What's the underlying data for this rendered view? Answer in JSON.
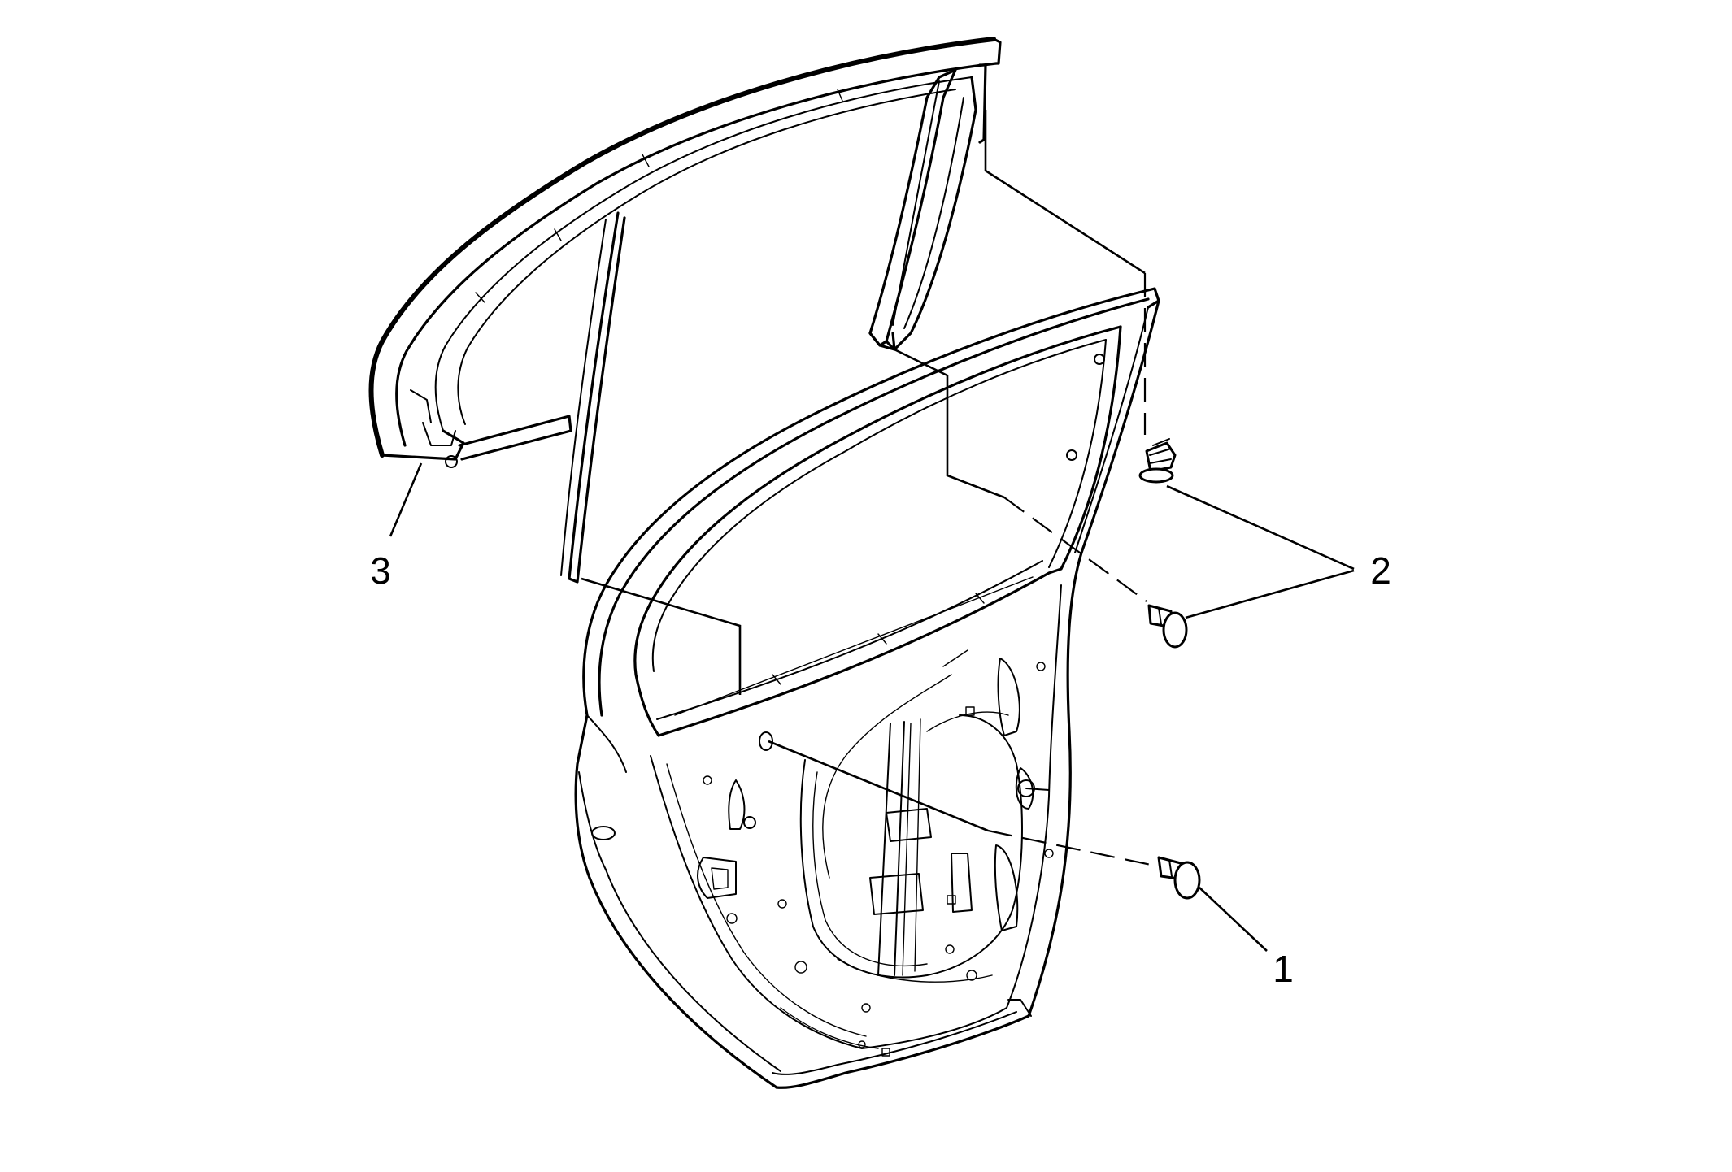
{
  "callouts": [
    {
      "label": "1",
      "part": "door-panel-retainer"
    },
    {
      "label": "2",
      "part": "upper-frame-retainers"
    },
    {
      "label": "3",
      "part": "window-frame-trim"
    }
  ]
}
